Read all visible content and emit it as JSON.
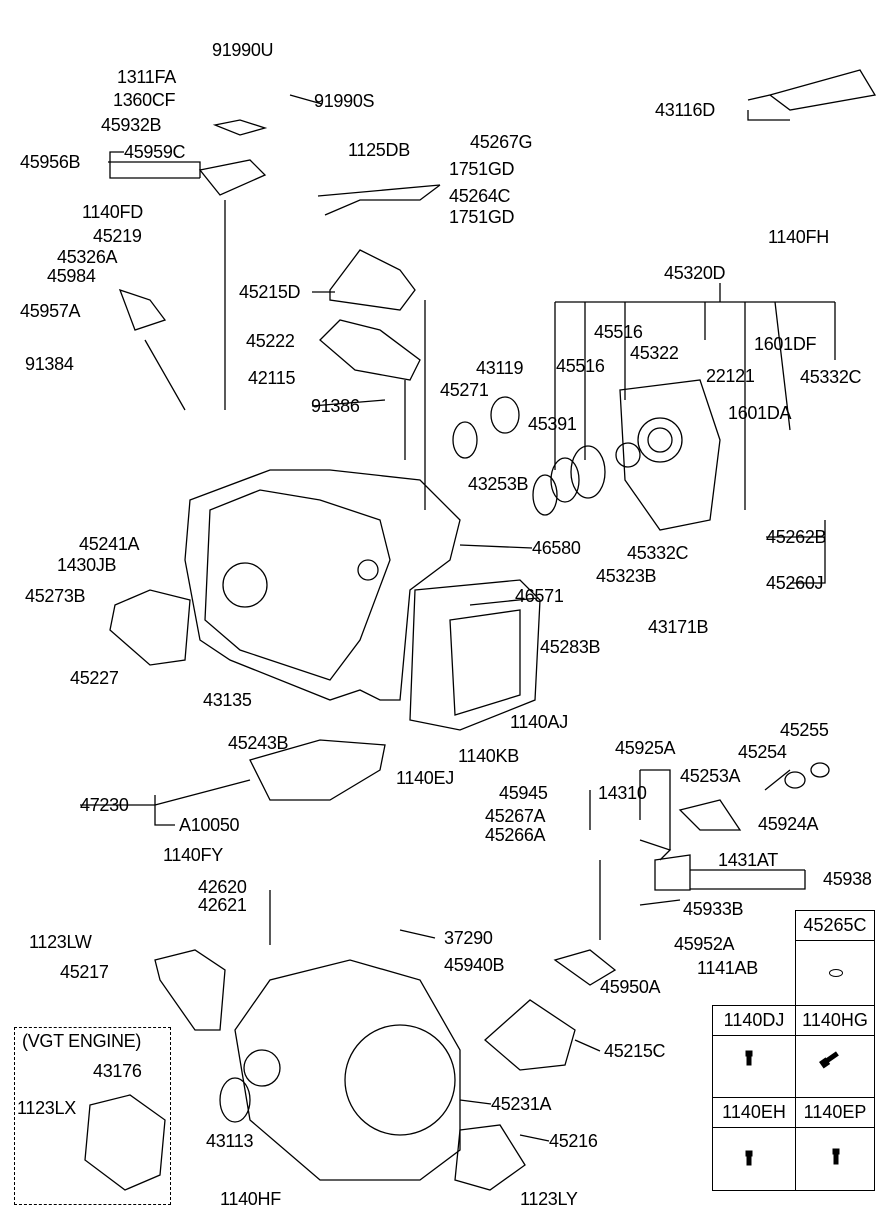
{
  "title": "Automatic transaxle case parts diagram",
  "labels": [
    "91990U",
    "1311FA",
    "1360CF",
    "91990S",
    "45932B",
    "45959C",
    "45956B",
    "43116D",
    "1125DB",
    "45267G",
    "1751GD",
    "45264C",
    "1751GD",
    "1140FD",
    "45219",
    "45326A",
    "45984",
    "45957A",
    "1140FH",
    "45320D",
    "45215D",
    "45516",
    "45322",
    "1601DF",
    "45516",
    "22121",
    "45332C",
    "45222",
    "91384",
    "43119",
    "42115",
    "45271",
    "45391",
    "91386",
    "1601DA",
    "43253B",
    "45241A",
    "46580",
    "45332C",
    "45262B",
    "1430JB",
    "45323B",
    "45273B",
    "46571",
    "45260J",
    "43171B",
    "45283B",
    "45227",
    "1140AJ",
    "43135",
    "45243B",
    "45255",
    "45254",
    "1140KB",
    "45925A",
    "45253A",
    "1140EJ",
    "45945",
    "14310",
    "47230",
    "45924A",
    "45267A",
    "45266A",
    "A10050",
    "1431AT",
    "1140FY",
    "45938",
    "42620",
    "42621",
    "45933B",
    "37290",
    "1123LW",
    "45952A",
    "45940B",
    "1141AB",
    "45217",
    "45950A",
    "45215C",
    "43176",
    "1123LX",
    "45231A",
    "43113",
    "45216",
    "1140HF",
    "1123LY"
  ],
  "vgt_box": {
    "title": "(VGT ENGINE)"
  },
  "table": {
    "single": "45265C",
    "grid": [
      "1140DJ",
      "1140HG",
      "1140EH",
      "1140EP"
    ]
  }
}
